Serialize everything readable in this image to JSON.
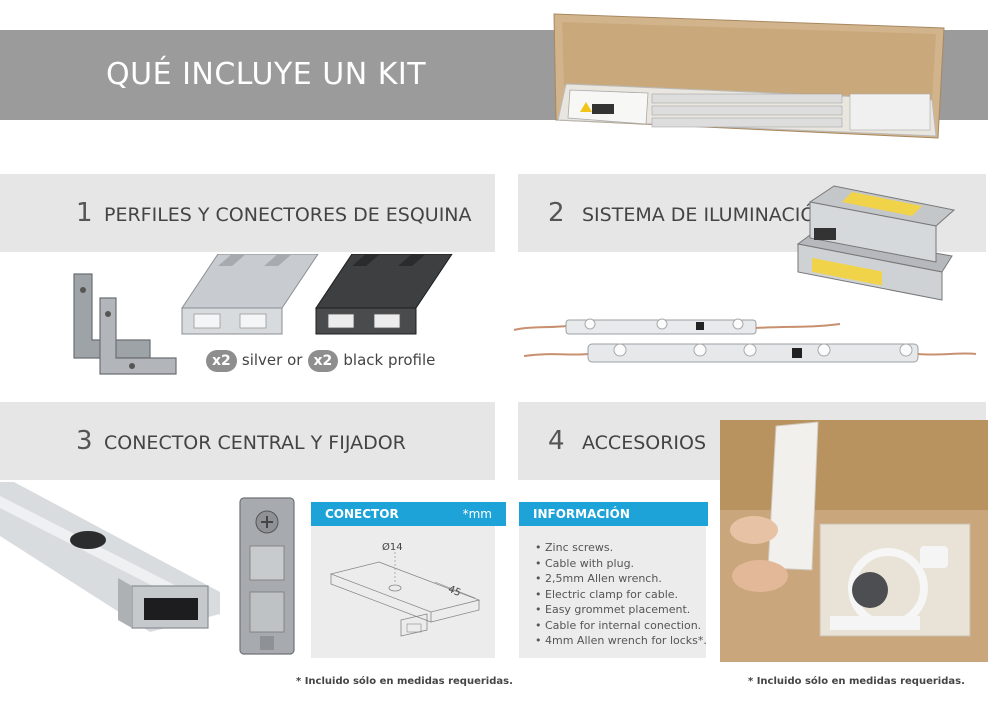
{
  "header": {
    "title": "QUÉ INCLUYE UN KIT"
  },
  "sections": [
    {
      "number": "1",
      "title": "PERFILES Y CONECTORES DE ESQUINA"
    },
    {
      "number": "2",
      "title": "SISTEMA DE ILUMINACIÓN"
    },
    {
      "number": "3",
      "title": "CONECTOR CENTRAL Y FIJADOR"
    },
    {
      "number": "4",
      "title": "ACCESORIOS"
    }
  ],
  "profiles": {
    "qty1": "x2",
    "label1": "silver or",
    "qty2": "x2",
    "label2": "black profile"
  },
  "conector": {
    "header": "CONECTOR",
    "unit": "*mm",
    "diameter": "Ø14",
    "length": "45"
  },
  "informacion": {
    "header": "INFORMACIÓN",
    "items": [
      "Zinc screws.",
      "Cable with plug.",
      "2,5mm Allen wrench.",
      "Electric clamp for cable.",
      "Easy grommet placement.",
      "Cable for internal conection.",
      "4mm Allen wrench for locks*."
    ]
  },
  "footnotes": {
    "left": "*  Incluido sólo en medidas requeridas.",
    "right": "*  Incluido sólo en medidas requeridas."
  },
  "colors": {
    "accent_blue": "#1ea3d8",
    "header_gray": "#9b9b9b",
    "section_gray": "#e6e6e6"
  },
  "icons": [
    "kit-box-photo",
    "corner-bracket-photo",
    "silver-profile-photo",
    "black-profile-photo",
    "power-supply-photo",
    "led-module-strip-photo",
    "aluminum-profile-photo",
    "central-connector-photo",
    "accessories-box-photo"
  ]
}
